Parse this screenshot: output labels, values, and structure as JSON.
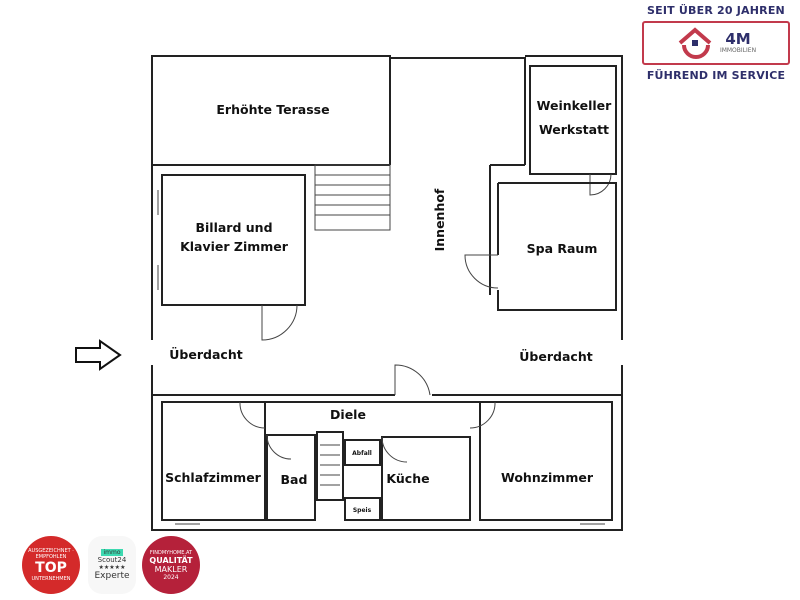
{
  "brand": {
    "top_line": "SEIT ÜBER 20 JAHREN",
    "name": "4M",
    "subname": "IMMOBILIEN",
    "bottom_line": "FÜHREND IM SERVICE",
    "color_primary": "#2e2f6b",
    "color_accent": "#c23a4c"
  },
  "rooms": {
    "terrace": "Erhöhte Terasse",
    "billiard_1": "Billard und",
    "billiard_2": "Klavier Zimmer",
    "courtyard": "Innenhof",
    "wine_1": "Weinkeller",
    "wine_2": "Werkstatt",
    "spa": "Spa Raum",
    "covered_left": "Überdacht",
    "covered_right": "Überdacht",
    "hall": "Diele",
    "bedroom": "Schlafzimmer",
    "bath": "Bad",
    "waste": "Abfall",
    "kitchen": "Küche",
    "pantry": "Speis",
    "living": "Wohnzimmer"
  },
  "entrance_icon": "arrow-right-icon",
  "badges": {
    "top": {
      "title": "TOP",
      "subtitle": "UNTERNEHMEN",
      "ring": "AUSGEZEICHNET · EMPFOHLEN"
    },
    "scout": {
      "brand_a": "immo",
      "brand_b": "Scout24",
      "stars": "★★★★★",
      "label": "Experte"
    },
    "fmh": {
      "brand": "FINDMYHOME.AT",
      "title_1": "QUALITÄT",
      "title_2": "MAKLER",
      "year": "2024"
    }
  }
}
